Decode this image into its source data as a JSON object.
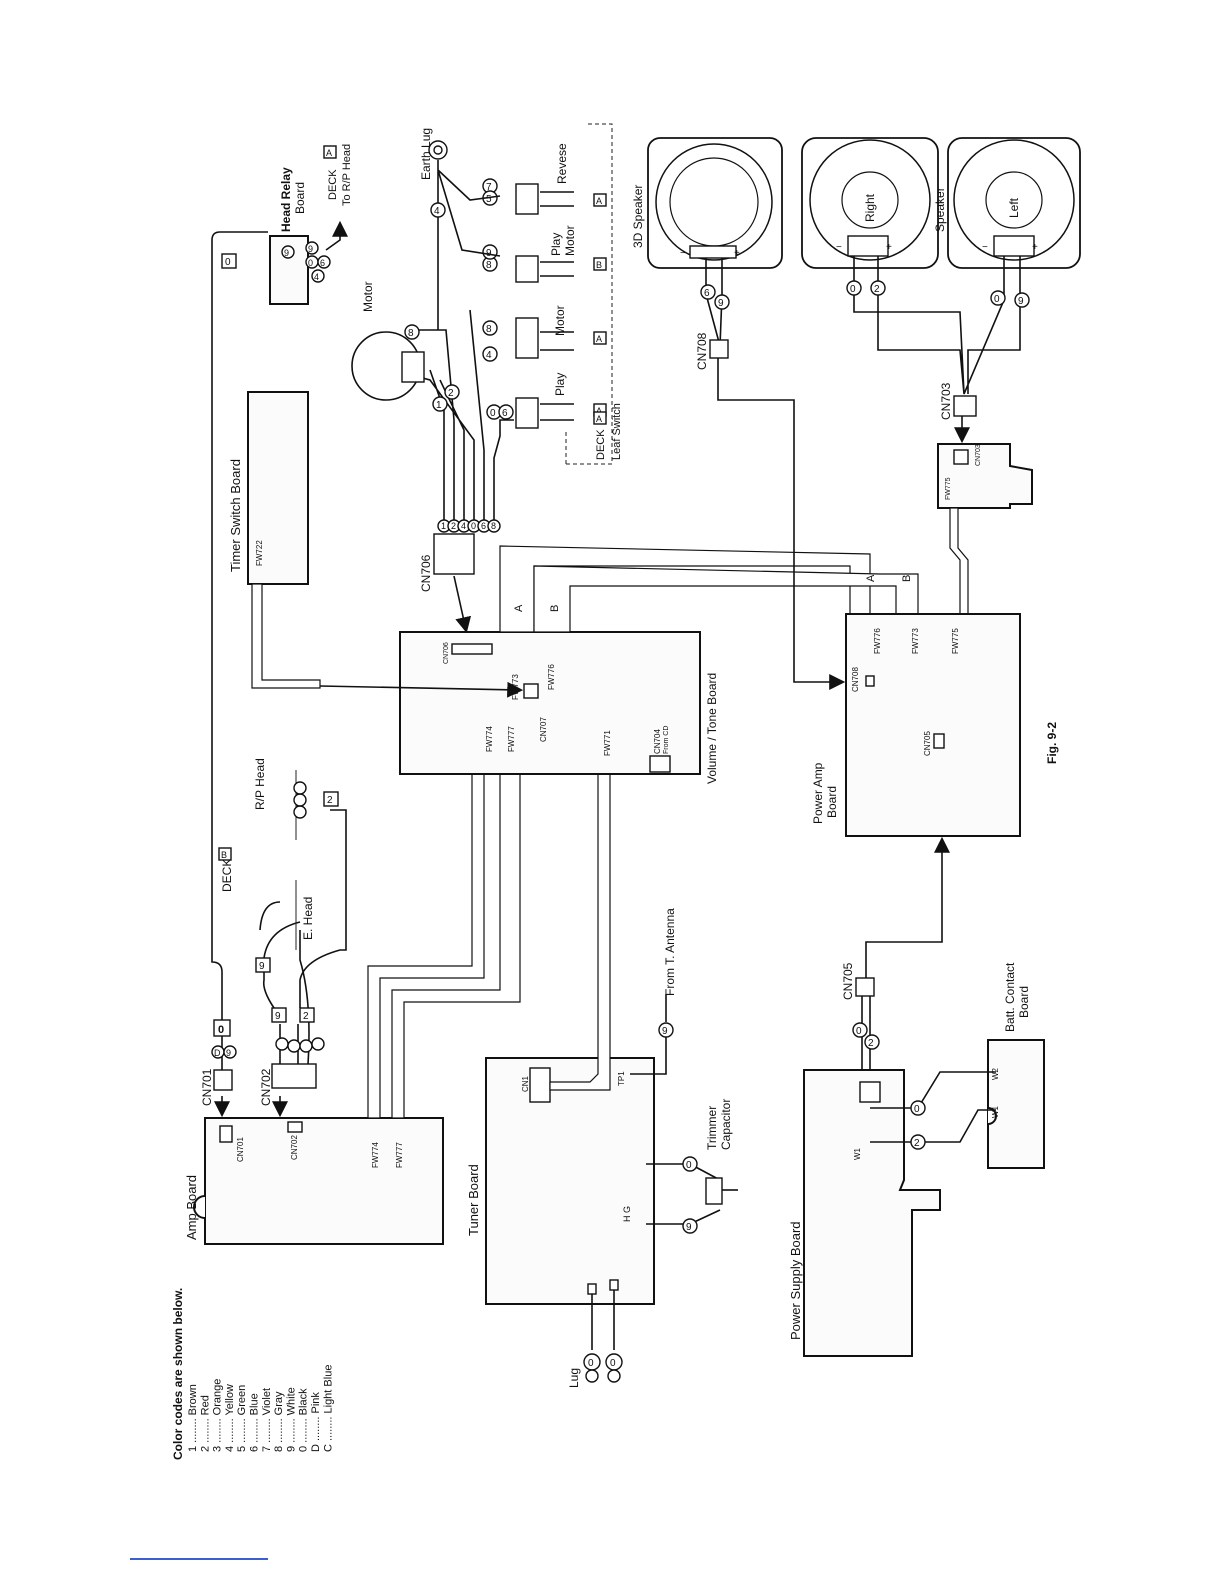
{
  "figure_label": "Fig. 9-2",
  "color_codes": {
    "title": "Color codes are shown below.",
    "entries": [
      {
        "code": "1",
        "name": "Brown"
      },
      {
        "code": "2",
        "name": "Red"
      },
      {
        "code": "3",
        "name": "Orange"
      },
      {
        "code": "4",
        "name": "Yellow"
      },
      {
        "code": "5",
        "name": "Green"
      },
      {
        "code": "6",
        "name": "Blue"
      },
      {
        "code": "7",
        "name": "Violet"
      },
      {
        "code": "8",
        "name": "Gray"
      },
      {
        "code": "9",
        "name": "White"
      },
      {
        "code": "0",
        "name": "Black"
      },
      {
        "code": "D",
        "name": "Pink"
      },
      {
        "code": "C",
        "name": "Light Blue"
      }
    ]
  },
  "boards": {
    "amp": "Amp Board",
    "tuner": "Tuner  Board",
    "power_supply": "Power  Supply  Board",
    "volume_tone": "Volume / Tone  Board",
    "power_amp_line1": "Power Amp",
    "power_amp_line2": "Board",
    "timer_switch": "Timer  Switch  Board",
    "head_relay_line1": "Head Relay",
    "head_relay_line2": "Board",
    "batt_contact_line1": "Batt. Contact",
    "batt_contact_line2": "Board"
  },
  "components": {
    "trimmer_line1": "Trimmer",
    "trimmer_line2": "Capacitor",
    "from_antenna": "From  T. Antenna",
    "lug": "Lug",
    "earth_lug": "Earth  Lug",
    "motor_top": "Motor",
    "motor": "Motor",
    "play": "Play",
    "play_motor_line1": "Play",
    "play_motor_line2": "Motor",
    "revese": "Revese",
    "deck_leaf_line1": "DECK",
    "deck_leaf_line2": "Leaf  Switch",
    "deck_b": "DECK",
    "deck_to_rp_line1": "DECK",
    "deck_to_rp_line2": "To  R/P  Head",
    "rp_head": "R/P  Head",
    "e_head": "E. Head",
    "speaker_3d": "3D  Speaker",
    "speaker": "Speaker",
    "right": "Right",
    "left": "Left"
  },
  "connectors": {
    "cn701": "CN701",
    "cn702": "CN702",
    "cn703": "CN703",
    "cn704_line1": "CN704",
    "cn704_line2": "From CD",
    "cn705": "CN705",
    "cn706": "CN706",
    "cn707": "CN707",
    "cn708": "CN708",
    "fw722": "FW722",
    "fw771": "FW771",
    "fw773": "FW773",
    "fw774": "FW774",
    "fw775": "FW775",
    "fw776": "FW776",
    "fw777": "FW777",
    "cn1": "CN1",
    "tp1": "TP1",
    "hg": "H  G",
    "w1": "W1",
    "w2": "W2",
    "ribbon_a": "A",
    "ribbon_b": "B",
    "box_a": "A",
    "box_b": "B"
  },
  "wire_codes": {
    "zero": "0",
    "one": "1",
    "two": "2",
    "four": "4",
    "five": "5",
    "six": "6",
    "seven": "7",
    "eight": "8",
    "nine": "9",
    "d": "D",
    "plus": "+",
    "minus": "−"
  }
}
